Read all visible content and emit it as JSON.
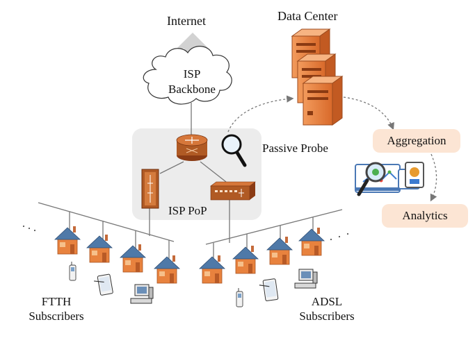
{
  "labels": {
    "internet": "Internet",
    "data_center": "Data Center",
    "isp_backbone_line1": "ISP",
    "isp_backbone_line2": "Backbone",
    "passive_probe": "Passive Probe",
    "isp_pop": "ISP PoP",
    "aggregation": "Aggregation",
    "analytics": "Analytics",
    "ftth_line1": "FTTH",
    "ftth_line2": "Subscribers",
    "adsl_line1": "ADSL",
    "adsl_line2": "Subscribers"
  },
  "colors": {
    "device_orange": "#e07a3a",
    "device_dark": "#a0522d",
    "house_wall": "#e8823e",
    "house_roof": "#4f79a8",
    "pop_box": "#ececec",
    "badge_fill": "#fce5d4",
    "line": "#888888",
    "arrow_gray": "#c8c8c8"
  }
}
